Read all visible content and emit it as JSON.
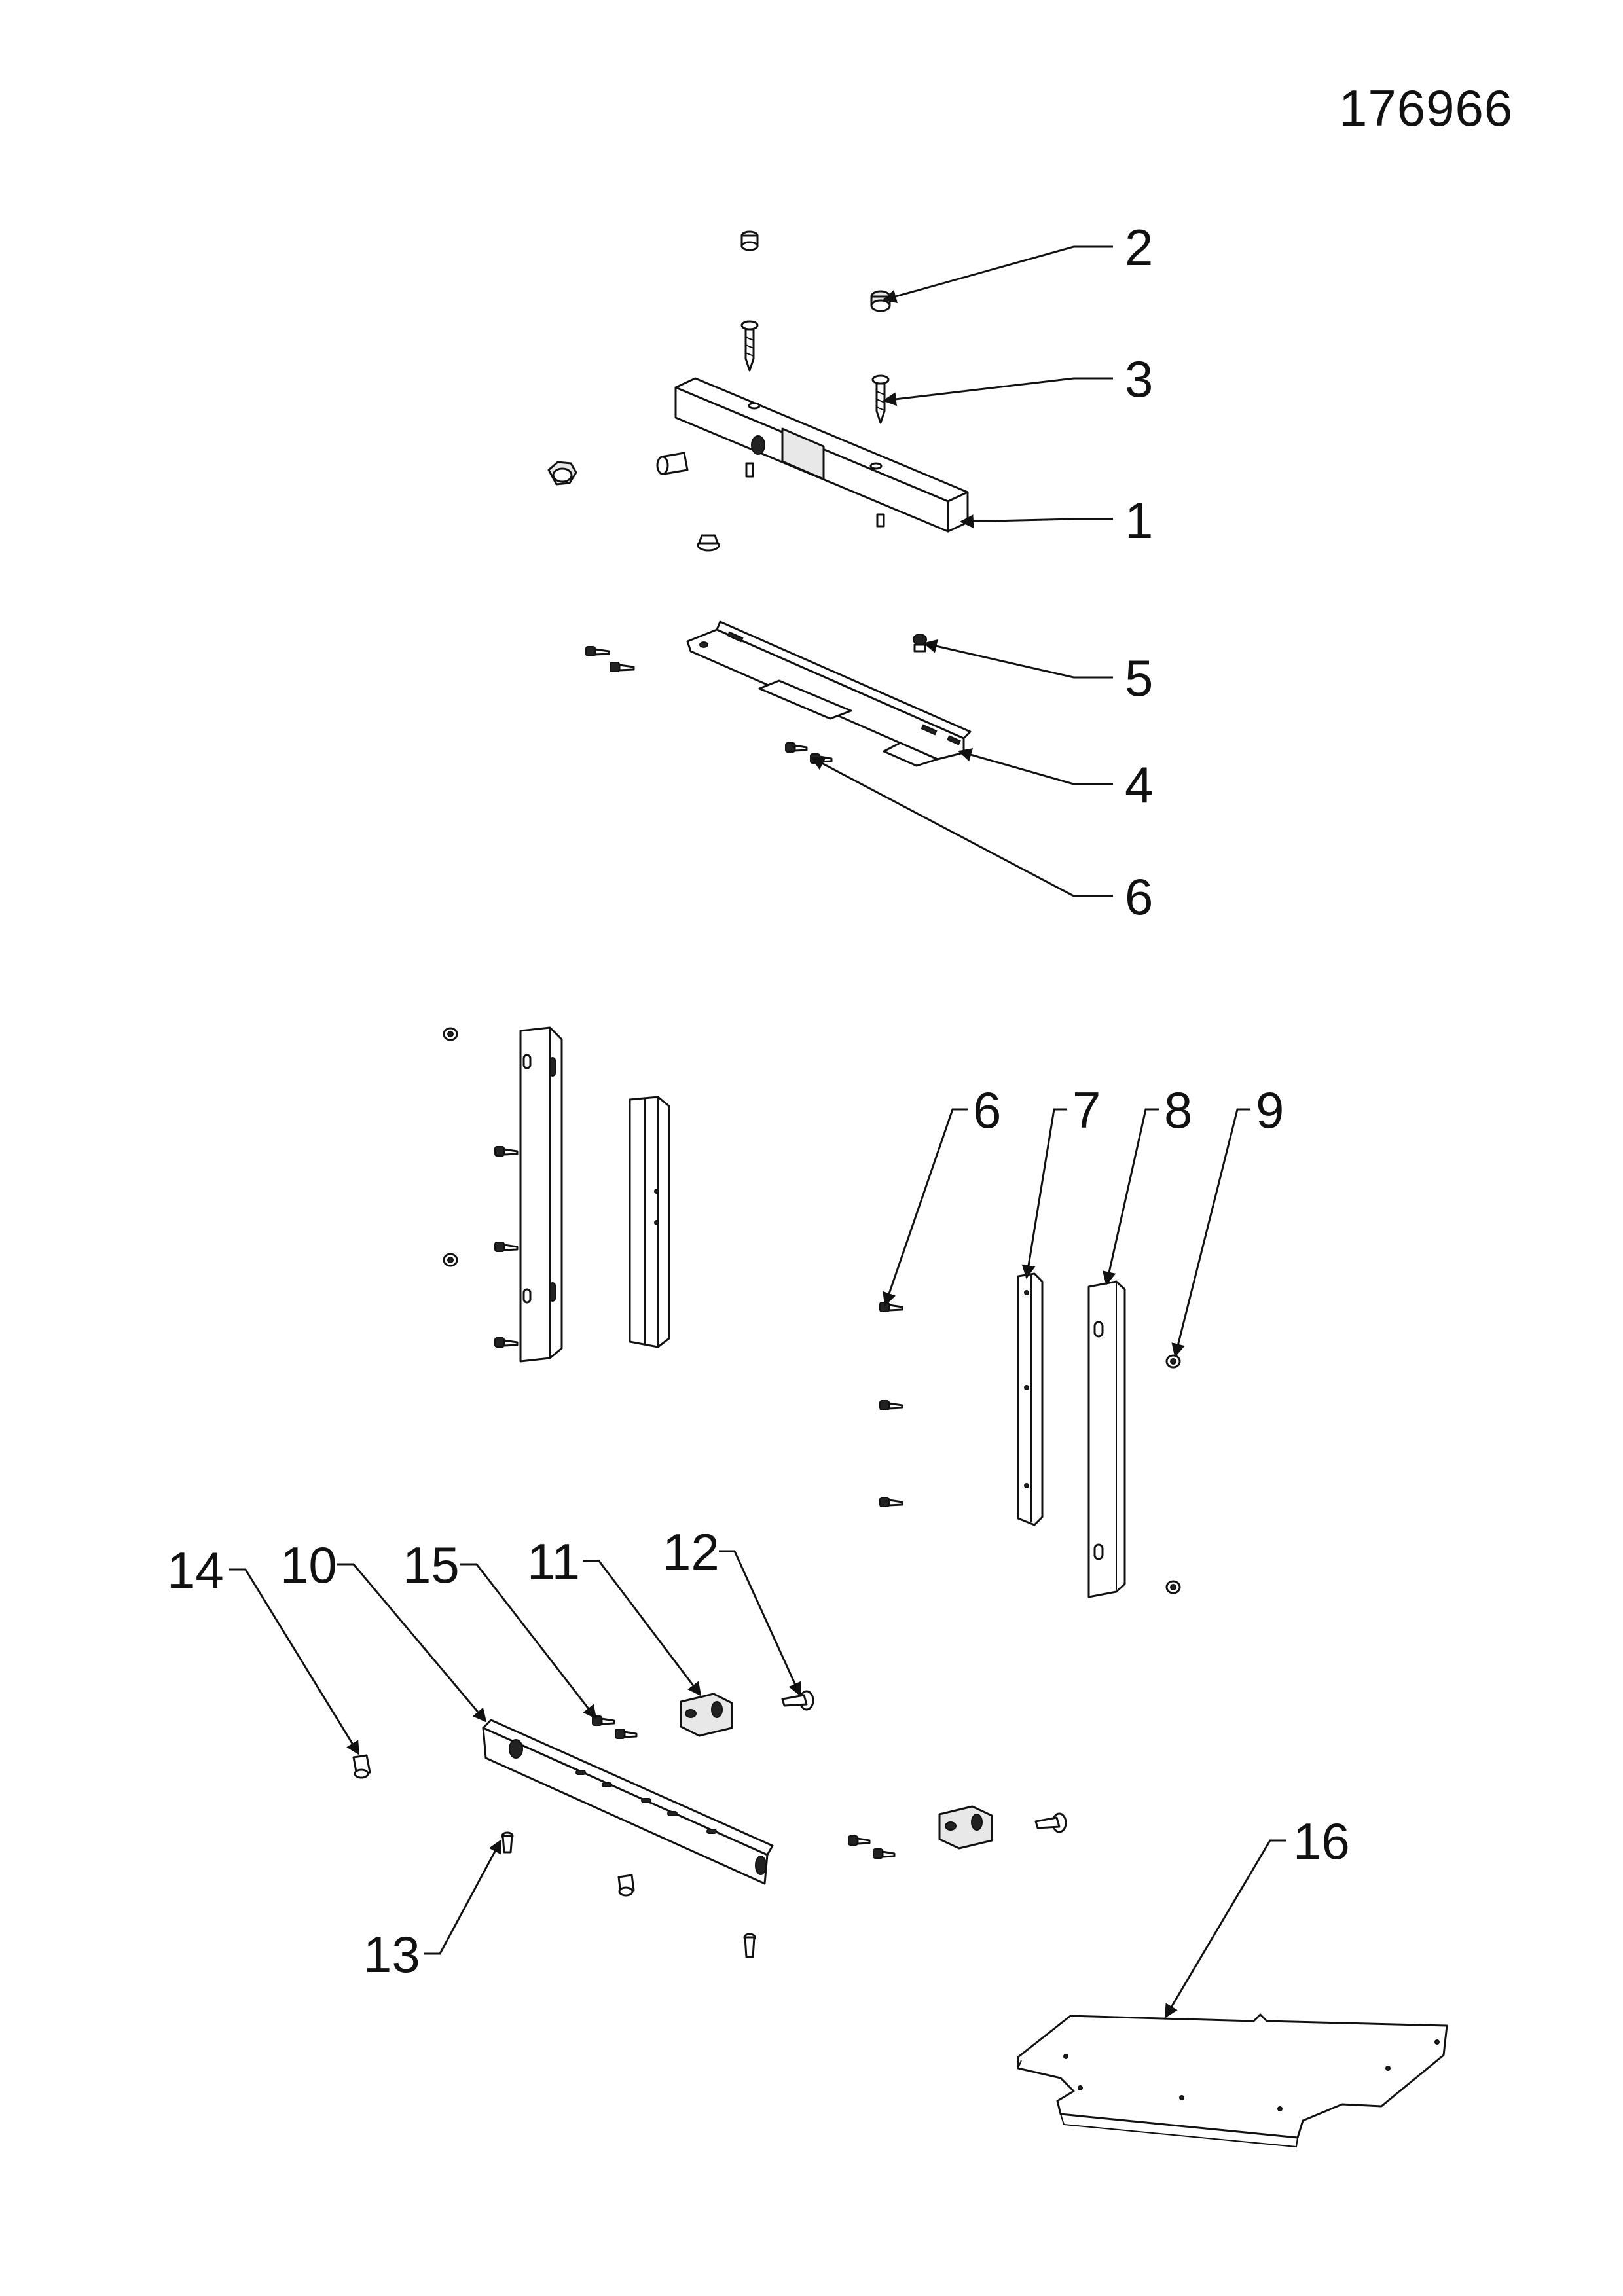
{
  "document_number": "176966",
  "callouts": [
    {
      "id": "1",
      "label": "1"
    },
    {
      "id": "2",
      "label": "2"
    },
    {
      "id": "3",
      "label": "3"
    },
    {
      "id": "4",
      "label": "4"
    },
    {
      "id": "5",
      "label": "5"
    },
    {
      "id": "6a",
      "label": "6"
    },
    {
      "id": "6b",
      "label": "6"
    },
    {
      "id": "7",
      "label": "7"
    },
    {
      "id": "8",
      "label": "8"
    },
    {
      "id": "9",
      "label": "9"
    },
    {
      "id": "10",
      "label": "10"
    },
    {
      "id": "11",
      "label": "11"
    },
    {
      "id": "12",
      "label": "12"
    },
    {
      "id": "13",
      "label": "13"
    },
    {
      "id": "14",
      "label": "14"
    },
    {
      "id": "15",
      "label": "15"
    },
    {
      "id": "16",
      "label": "16"
    }
  ]
}
